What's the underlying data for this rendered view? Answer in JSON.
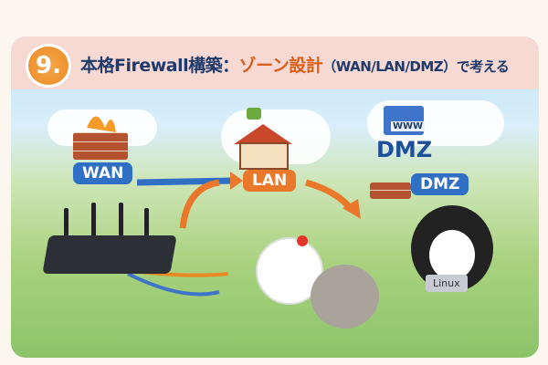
{
  "header": {
    "number": "9.",
    "title_main": "本格Firewall構築：",
    "title_highlight": "ゾーン設計",
    "title_paren": "（WAN/LAN/DMZ）",
    "title_tail": "で考える"
  },
  "zones": {
    "wan": "WAN",
    "lan": "LAN",
    "dmz_server": "DMZ",
    "dmz_label": "DMZ",
    "www": "WWW"
  },
  "laptop_label": "Linux",
  "colors": {
    "accent": "#e9782b",
    "blue": "#2f6fc4",
    "title": "#1f3a6a"
  }
}
